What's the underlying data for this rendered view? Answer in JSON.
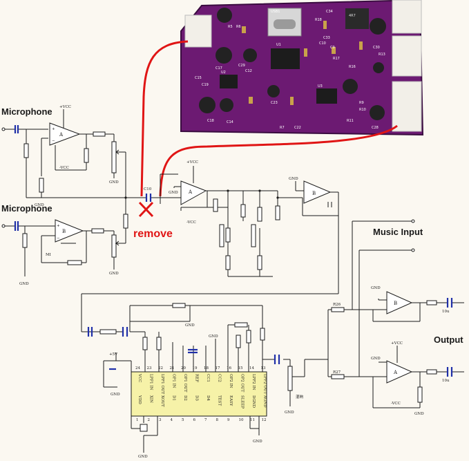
{
  "labels": {
    "mic1": "Microphone",
    "mic2": "Microphone",
    "music_input": "Music Input",
    "output": "Output",
    "remove": "remove"
  },
  "colors": {
    "red_wire": "#e01515",
    "pcb": "#6c1a72",
    "capacitor": "#1f2fa8"
  },
  "parts": {
    "vcc_pos": "+VCC",
    "vcc_neg": "-VCC",
    "gnd": "GND",
    "plus5v": "+5V",
    "c10": "C10",
    "r26": "R26",
    "r27": "R27",
    "out_cap": "10u",
    "mixer": "混响",
    "mi": "MI",
    "opamp_a": "A",
    "opamp_b": "B"
  },
  "pcb_marks": {
    "usb": "USB1",
    "u1": "U1",
    "u2": "U2",
    "u3": "U3",
    "r4": "4R7",
    "caps": [
      "C17",
      "C29",
      "C12",
      "C15",
      "C19",
      "C18",
      "C14",
      "C22",
      "C28",
      "C30",
      "C33",
      "C34",
      "C10",
      "C23",
      "C9"
    ],
    "res": [
      "R5",
      "R6",
      "R13",
      "R16",
      "R17",
      "R18",
      "R7",
      "R9",
      "R10",
      "R11"
    ]
  },
  "ic": {
    "top_pins": [
      "VCC",
      "LPF1 IN",
      "LPF1 OUT",
      "OP1 IN",
      "OP1 OUT",
      "REF",
      "CC1",
      "CC2",
      "OP2 IN",
      "OP2 OUT",
      "LPF2 IN",
      "LPF2 OUT"
    ],
    "top_nums": [
      "24",
      "23",
      "22",
      "21",
      "20",
      "19",
      "18",
      "17",
      "16",
      "15",
      "14",
      "13"
    ],
    "bottom_pins": [
      "VDD",
      "XIN",
      "XOUT",
      "D1",
      "D2",
      "D3",
      "D4",
      "TEST",
      "EASY",
      "SLEEP",
      "DGND",
      "AGND"
    ],
    "bottom_nums": [
      "1",
      "2",
      "3",
      "4",
      "5",
      "6",
      "7",
      "8",
      "9",
      "10",
      "11",
      "12"
    ]
  }
}
